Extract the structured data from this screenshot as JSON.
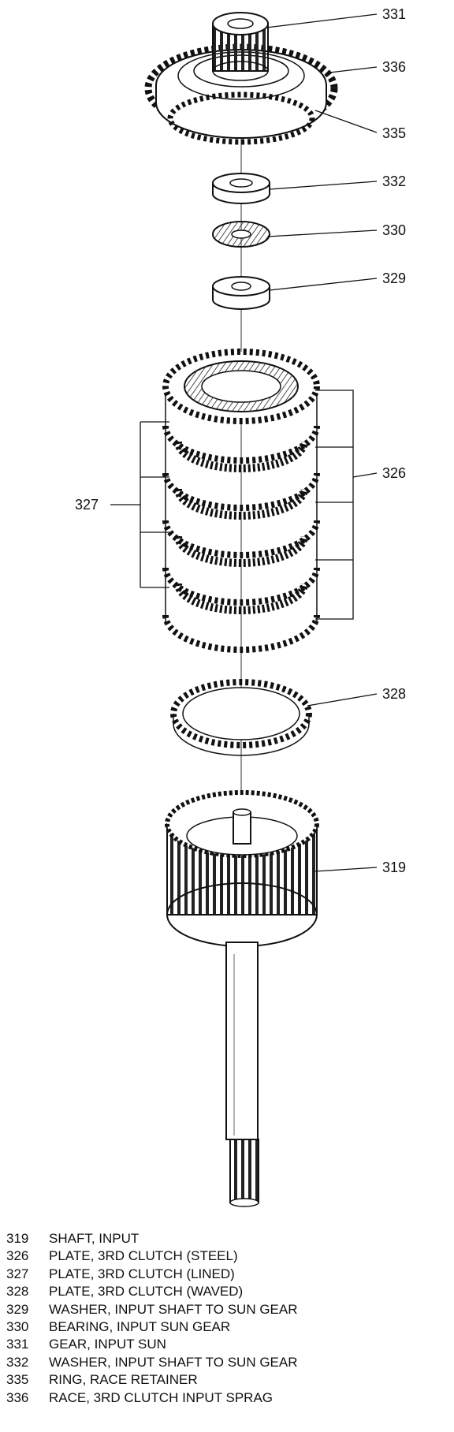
{
  "callouts": {
    "c331": "331",
    "c336": "336",
    "c335": "335",
    "c332": "332",
    "c330": "330",
    "c329": "329",
    "c326": "326",
    "c327": "327",
    "c328": "328",
    "c319": "319"
  },
  "legend": [
    {
      "num": "319",
      "desc": "SHAFT, INPUT"
    },
    {
      "num": "326",
      "desc": "PLATE, 3RD CLUTCH (STEEL)"
    },
    {
      "num": "327",
      "desc": "PLATE, 3RD CLUTCH (LINED)"
    },
    {
      "num": "328",
      "desc": "PLATE, 3RD CLUTCH (WAVED)"
    },
    {
      "num": "329",
      "desc": "WASHER, INPUT SHAFT TO SUN GEAR"
    },
    {
      "num": "330",
      "desc": "BEARING, INPUT SUN GEAR"
    },
    {
      "num": "331",
      "desc": "GEAR, INPUT SUN"
    },
    {
      "num": "332",
      "desc": "WASHER, INPUT SHAFT TO SUN GEAR"
    },
    {
      "num": "335",
      "desc": "RING, RACE RETAINER"
    },
    {
      "num": "336",
      "desc": "RACE, 3RD CLUTCH INPUT SPRAG"
    }
  ]
}
